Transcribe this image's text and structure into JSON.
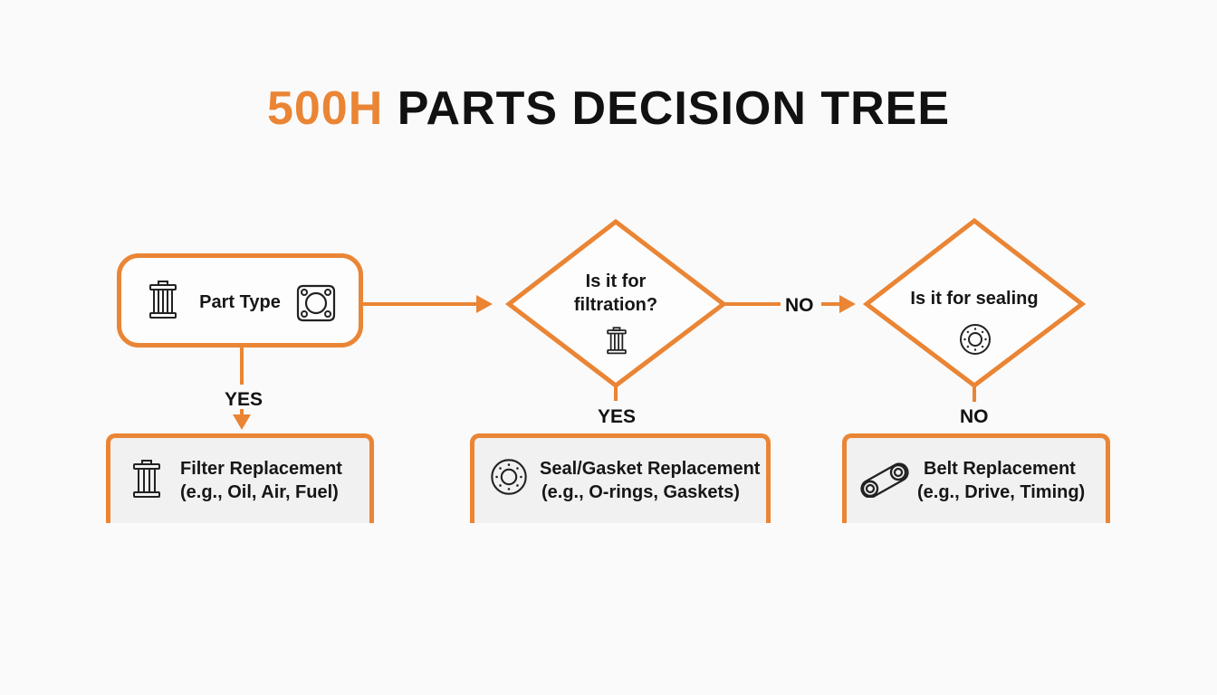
{
  "title": {
    "accent": "500H",
    "rest": "PARTS DECISION TREE"
  },
  "colors": {
    "accent": "#ea8535",
    "text": "#111111",
    "result_fill": "#f1f1f1",
    "background": "#fafafa"
  },
  "nodes": {
    "start": {
      "label": "Part Type",
      "icons": [
        "filter-icon",
        "gasket-icon"
      ]
    },
    "decision1": {
      "line1": "Is it for",
      "line2": "filtration?",
      "icon": "filter-icon"
    },
    "decision2": {
      "line1": "Is it for sealing",
      "icon": "seal-ring-icon"
    }
  },
  "edges": {
    "start_to_filter": "YES",
    "decision1_down": "YES",
    "decision1_to_decision2": "NO",
    "decision2_down": "NO"
  },
  "results": [
    {
      "title": "Filter Replacement",
      "examples": "(e.g., Oil, Air, Fuel)",
      "icon": "filter-icon"
    },
    {
      "title": "Seal/Gasket Replacement",
      "examples": "(e.g., O-rings, Gaskets)",
      "icon": "seal-ring-icon"
    },
    {
      "title": "Belt Replacement",
      "examples": "(e.g., Drive, Timing)",
      "icon": "belt-pulley-icon"
    }
  ]
}
